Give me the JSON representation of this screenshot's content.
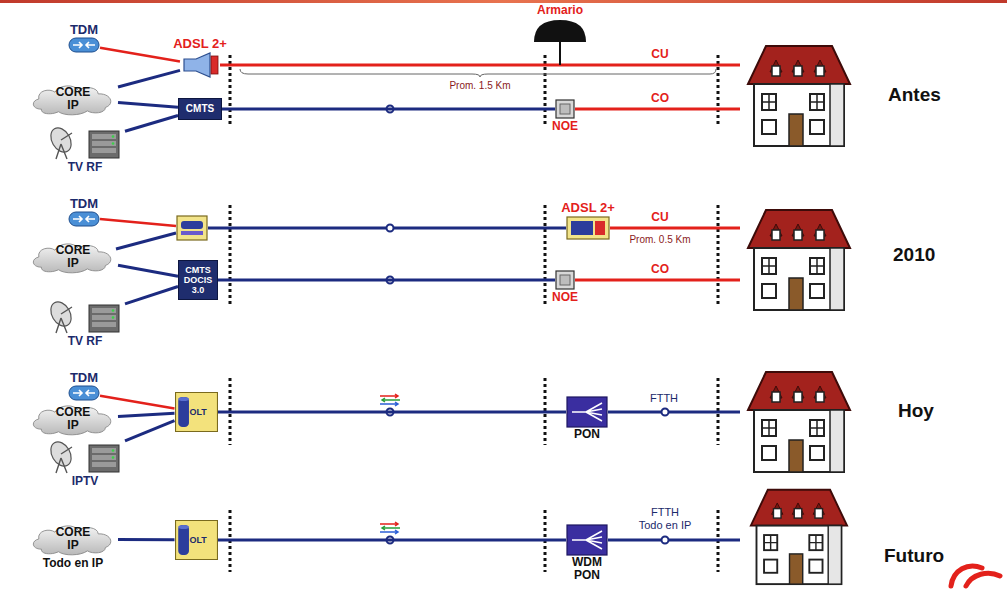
{
  "diagram": {
    "nodes": [
      {
        "text": [
          "TDM"
        ]
      },
      {
        "text": [
          "ADSL 2+"
        ]
      },
      {
        "text": [
          "Armario"
        ]
      },
      {
        "text": [
          "CORE IP"
        ]
      },
      {
        "text": [
          "CMTS"
        ]
      },
      {
        "text": [
          "NOE"
        ]
      },
      {
        "text": [
          "TV RF"
        ]
      },
      {
        "text": [
          "TDM"
        ]
      },
      {
        "text": [
          "ADSL 2+"
        ]
      },
      {
        "text": [
          "CORE IP"
        ]
      },
      {
        "text": [
          "CMTS DOCIS 3.0"
        ]
      },
      {
        "text": [
          "NOE"
        ]
      },
      {
        "text": [
          "TV RF"
        ]
      },
      {
        "text": [
          "TDM"
        ]
      },
      {
        "text": [
          "CORE IP"
        ]
      },
      {
        "text": [
          "OLT"
        ]
      },
      {
        "text": [
          "PON"
        ]
      },
      {
        "text": [
          "IPTV"
        ]
      },
      {
        "text": [
          "CORE IP",
          "Todo en IP"
        ]
      },
      {
        "text": [
          "OLT"
        ]
      },
      {
        "text": [
          "WDM PON"
        ]
      }
    ],
    "edges": [
      {
        "from": 0,
        "to": 1,
        "arrow": "none"
      },
      {
        "from": 3,
        "to": 1,
        "arrow": "none"
      },
      {
        "from": 3,
        "to": 4,
        "arrow": "none"
      },
      {
        "from": 6,
        "to": 4,
        "arrow": "none"
      },
      {
        "from": 4,
        "to": 5,
        "arrow": "none"
      },
      {
        "from": 9,
        "to": 10,
        "arrow": "none"
      },
      {
        "from": 12,
        "to": 10,
        "arrow": "none"
      },
      {
        "from": 10,
        "to": 11,
        "arrow": "none"
      },
      {
        "from": 13,
        "to": 15,
        "arrow": "none"
      },
      {
        "from": 14,
        "to": 15,
        "arrow": "none"
      },
      {
        "from": 17,
        "to": 15,
        "arrow": "none"
      },
      {
        "from": 15,
        "to": 16,
        "arrow": "none"
      },
      {
        "from": 18,
        "to": 19,
        "arrow": "none"
      },
      {
        "from": 19,
        "to": 20,
        "arrow": "none"
      }
    ],
    "labels": [
      "Prom. 1.5 Km",
      "CU",
      "CO",
      "Antes",
      "CU",
      "Prom. 0.5 Km",
      "CO",
      "2010",
      "FTTH",
      "Hoy",
      "FTTH Todo en IP",
      "Futuro"
    ]
  }
}
